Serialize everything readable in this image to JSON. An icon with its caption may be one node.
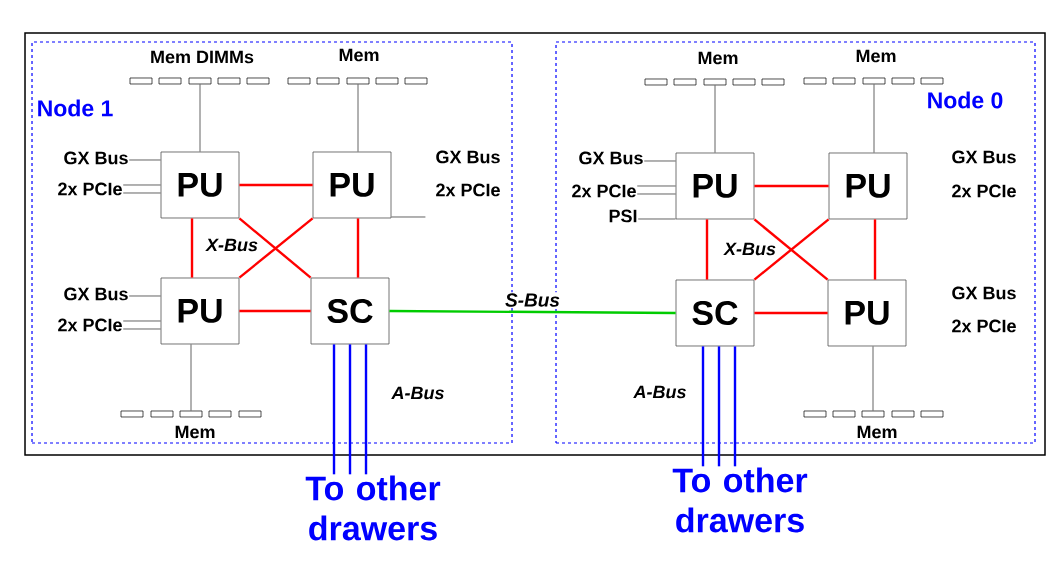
{
  "diagram": {
    "nodes": [
      {
        "text": [
          "Node 1"
        ]
      },
      {
        "text": [
          "PU"
        ],
        "in": 0
      },
      {
        "text": [
          "PU"
        ],
        "in": 0
      },
      {
        "text": [
          "PU"
        ],
        "in": 0
      },
      {
        "text": [
          "SC"
        ],
        "in": 0
      },
      {
        "text": [
          "GX Bus"
        ],
        "in": 0
      },
      {
        "text": [
          "2x PCIe"
        ],
        "in": 0
      },
      {
        "text": [
          "GX Bus"
        ],
        "in": 0
      },
      {
        "text": [
          "2x PCIe"
        ],
        "in": 0
      },
      {
        "text": [
          "Node 0"
        ]
      },
      {
        "text": [
          "PU"
        ],
        "in": 9
      },
      {
        "text": [
          "PU"
        ],
        "in": 9
      },
      {
        "text": [
          "SC"
        ],
        "in": 9
      },
      {
        "text": [
          "PU"
        ],
        "in": 9
      },
      {
        "text": [
          "GX Bus"
        ],
        "in": 9
      },
      {
        "text": [
          "2x PCIe"
        ],
        "in": 9
      },
      {
        "text": [
          "PSI"
        ],
        "in": 9
      },
      {
        "text": [
          "To other drawers"
        ]
      },
      {
        "text": [
          "To other drawers"
        ]
      },
      {
        "text": [],
        "shape": "box",
        "in": 0
      },
      {
        "text": [],
        "shape": "box",
        "in": 0
      },
      {
        "text": [],
        "shape": "box",
        "in": 0
      },
      {
        "text": [],
        "shape": "box",
        "in": 0
      },
      {
        "text": [],
        "shape": "box",
        "in": 0
      },
      {
        "text": [],
        "shape": "box",
        "in": 0
      },
      {
        "text": [],
        "shape": "box",
        "in": 0
      },
      {
        "text": [],
        "shape": "box",
        "in": 0
      },
      {
        "text": [],
        "shape": "box",
        "in": 0
      },
      {
        "text": [],
        "shape": "box",
        "in": 0
      },
      {
        "text": [],
        "shape": "box",
        "in": 0
      },
      {
        "text": [],
        "shape": "box",
        "in": 0
      },
      {
        "text": [],
        "shape": "box",
        "in": 0
      },
      {
        "text": [],
        "shape": "box",
        "in": 0
      },
      {
        "text": [],
        "shape": "box",
        "in": 0
      },
      {
        "text": [],
        "shape": "box",
        "in": 9
      },
      {
        "text": [],
        "shape": "box",
        "in": 9
      },
      {
        "text": [],
        "shape": "box",
        "in": 9
      },
      {
        "text": [],
        "shape": "box",
        "in": 9
      },
      {
        "text": [],
        "shape": "box",
        "in": 9
      },
      {
        "text": [],
        "shape": "box",
        "in": 9
      },
      {
        "text": [],
        "shape": "box",
        "in": 9
      },
      {
        "text": [],
        "shape": "box",
        "in": 9
      },
      {
        "text": [],
        "shape": "box",
        "in": 9
      },
      {
        "text": [],
        "shape": "box",
        "in": 9
      },
      {
        "text": [],
        "shape": "box",
        "in": 9
      },
      {
        "text": [],
        "shape": "box",
        "in": 9
      },
      {
        "text": [],
        "shape": "box",
        "in": 9
      },
      {
        "text": [],
        "shape": "box",
        "in": 9
      },
      {
        "text": [],
        "shape": "box",
        "in": 9
      }
    ],
    "edges": [
      {
        "from": 1,
        "to": 2,
        "arrow": "none",
        "color": "#ff0000"
      },
      {
        "from": 1,
        "to": 3,
        "arrow": "none",
        "color": "#ff0000"
      },
      {
        "from": 1,
        "to": 4,
        "arrow": "none",
        "color": "#ff0000"
      },
      {
        "from": 2,
        "to": 3,
        "arrow": "none",
        "color": "#ff0000"
      },
      {
        "from": 2,
        "to": 4,
        "arrow": "none",
        "color": "#ff0000"
      },
      {
        "from": 3,
        "to": 4,
        "arrow": "none",
        "color": "#ff0000"
      },
      {
        "from": 10,
        "to": 11,
        "arrow": "none",
        "color": "#ff0000"
      },
      {
        "from": 10,
        "to": 12,
        "arrow": "none",
        "color": "#ff0000"
      },
      {
        "from": 10,
        "to": 13,
        "arrow": "none",
        "color": "#ff0000"
      },
      {
        "from": 11,
        "to": 12,
        "arrow": "none",
        "color": "#ff0000"
      },
      {
        "from": 11,
        "to": 13,
        "arrow": "none",
        "color": "#ff0000"
      },
      {
        "from": 12,
        "to": 13,
        "arrow": "none",
        "color": "#ff0000"
      },
      {
        "from": 4,
        "to": 12,
        "arrow": "none",
        "label": "S-Bus",
        "color": "#00cc00"
      },
      {
        "from": 4,
        "to": 17,
        "arrow": "none",
        "color": "#0000ff"
      },
      {
        "from": 4,
        "to": 17,
        "arrow": "none",
        "color": "#0000ff"
      },
      {
        "from": 4,
        "to": 17,
        "arrow": "none",
        "color": "#0000ff"
      },
      {
        "from": 12,
        "to": 18,
        "arrow": "none",
        "color": "#0000ff"
      },
      {
        "from": 12,
        "to": 18,
        "arrow": "none",
        "color": "#0000ff"
      },
      {
        "from": 12,
        "to": 18,
        "arrow": "none",
        "color": "#0000ff"
      },
      {
        "from": 5,
        "to": 1,
        "arrow": "none"
      },
      {
        "from": 6,
        "to": 1,
        "arrow": "none"
      },
      {
        "from": 6,
        "to": 1,
        "arrow": "none"
      },
      {
        "from": 7,
        "to": 3,
        "arrow": "none"
      },
      {
        "from": 8,
        "to": 3,
        "arrow": "none"
      },
      {
        "from": 8,
        "to": 3,
        "arrow": "none"
      },
      {
        "from": 2,
        "to": null,
        "arrow": "none"
      },
      {
        "from": 14,
        "to": 10,
        "arrow": "none"
      },
      {
        "from": 15,
        "to": 10,
        "arrow": "none"
      },
      {
        "from": 15,
        "to": 10,
        "arrow": "none"
      },
      {
        "from": 16,
        "to": 10,
        "arrow": "none"
      },
      {
        "from": 21,
        "to": 1,
        "arrow": "none"
      },
      {
        "from": 26,
        "to": 2,
        "arrow": "none"
      },
      {
        "from": 31,
        "to": 3,
        "arrow": "none"
      },
      {
        "from": 36,
        "to": 10,
        "arrow": "none"
      },
      {
        "from": 41,
        "to": 11,
        "arrow": "none"
      },
      {
        "from": 46,
        "to": 13,
        "arrow": "none"
      }
    ],
    "labels": [
      "Mem DIMMs",
      "Mem",
      "Mem",
      "Mem",
      "GX Bus",
      "2x PCIe",
      "X-Bus",
      "GX Bus",
      "2x PCIe",
      "X-Bus",
      "GX Bus",
      "2x PCIe",
      "A-Bus",
      "A-Bus",
      "Mem",
      "Mem"
    ]
  }
}
